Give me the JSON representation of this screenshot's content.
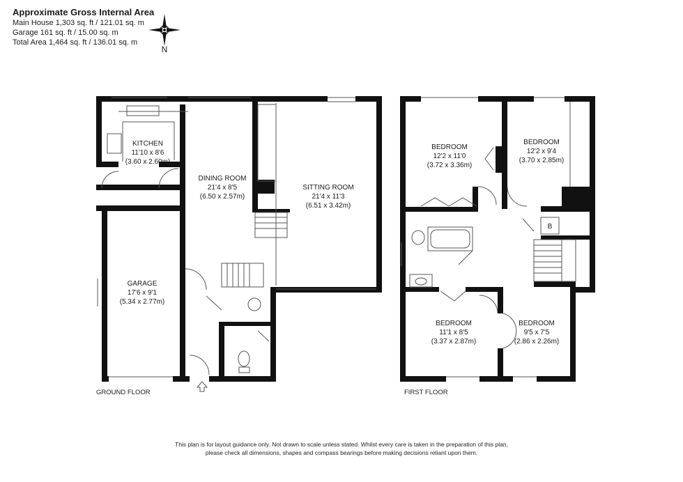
{
  "header": {
    "title": "Approximate Gross Internal Area",
    "line1": "Main House 1,303 sq. ft / 121.01 sq. m",
    "line2": "Garage 161 sq. ft / 15.00 sq. m",
    "line3": "Total Area 1,464 sq. ft / 136.01 sq. m"
  },
  "compass": {
    "north": "N"
  },
  "ground_floor": {
    "label": "GROUND FLOOR",
    "kitchen": {
      "name": "KITCHEN",
      "imperial": "11'10 x 8'6",
      "metric": "(3.60 x 2.60m)"
    },
    "dining": {
      "name": "DINING ROOM",
      "imperial": "21'4 x 8'5",
      "metric": "(6.50 x 2.57m)"
    },
    "sitting": {
      "name": "SITTING ROOM",
      "imperial": "21'4 x 11'3",
      "metric": "(6.51 x 3.42m)"
    },
    "garage": {
      "name": "GARAGE",
      "imperial": "17'6 x 9'1",
      "metric": "(5.34 x 2.77m)"
    }
  },
  "first_floor": {
    "label": "FIRST FLOOR",
    "bed1": {
      "name": "BEDROOM",
      "imperial": "12'2 x 11'0",
      "metric": "(3.72 x 3.36m)"
    },
    "bed2": {
      "name": "BEDROOM",
      "imperial": "12'2 x 9'4",
      "metric": "(3.70 x 2.85m)"
    },
    "bed3": {
      "name": "BEDROOM",
      "imperial": "11'1 x 8'5",
      "metric": "(3.37 x 2.87m)"
    },
    "bed4": {
      "name": "BEDROOM",
      "imperial": "9'5 x 7'5",
      "metric": "(2.86 x 2.26m)"
    },
    "boiler": "B"
  },
  "disclaimer": {
    "line1": "This plan is for layout guidance only.  Not drawn to scale unless stated. Whilst every care is taken in the preparation of this plan,",
    "line2": "please check all dimensions, shapes and compass bearings before making decisions reliant upon them."
  }
}
